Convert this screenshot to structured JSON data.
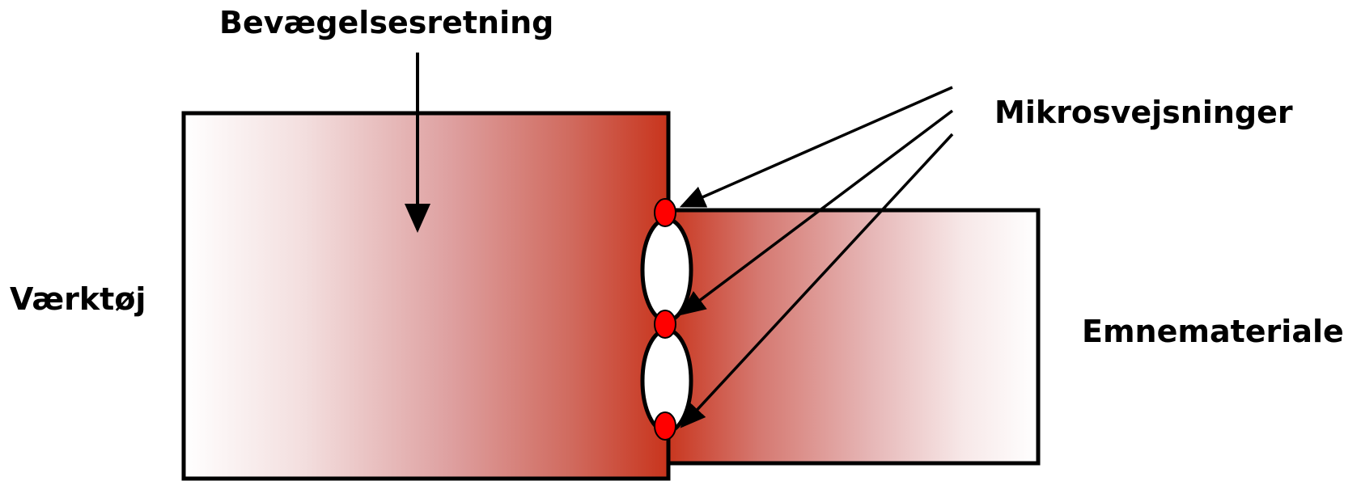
{
  "labels": {
    "motion_direction": "Bevægelsesretning",
    "micro_welds": "Mikrosvejsninger",
    "tool": "Værktøj",
    "workpiece": "Emnemateriale"
  },
  "colors": {
    "hot": "#c8341c",
    "mid": "#d98c8c",
    "cool": "#ffffff",
    "weld_point": "#ff0000",
    "outline": "#000000"
  }
}
